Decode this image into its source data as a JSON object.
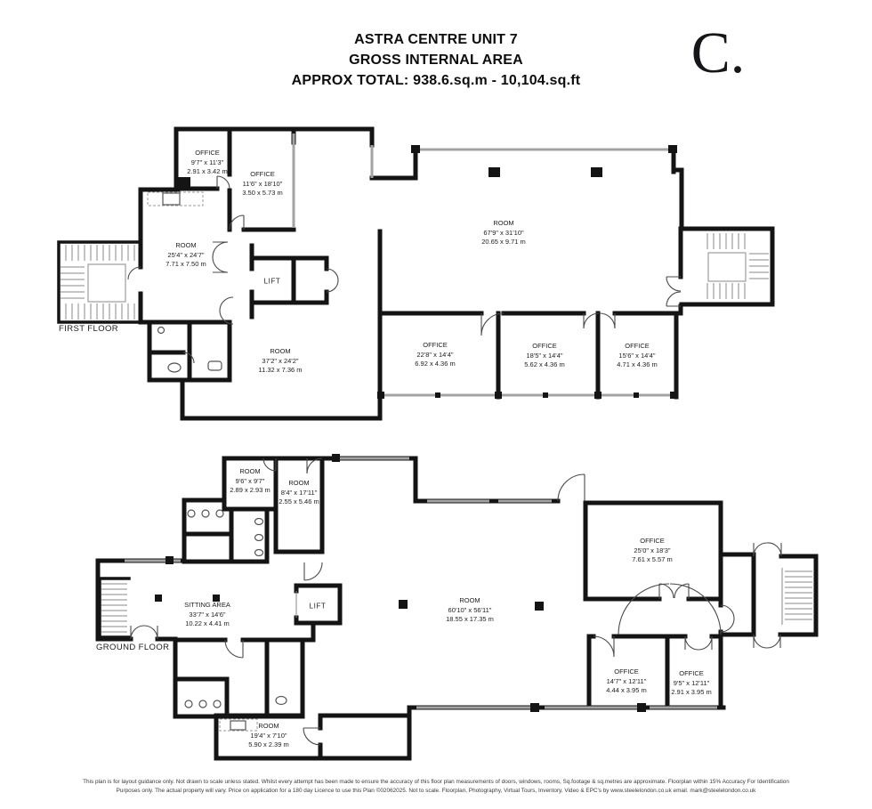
{
  "header": {
    "title_line1": "ASTRA CENTRE UNIT 7",
    "title_line2": "GROSS INTERNAL AREA",
    "title_line3": "APPROX TOTAL: 938.6.sq.m - 10,104.sq.ft",
    "logo": "C."
  },
  "first_floor": {
    "floor_label": "FIRST FLOOR",
    "lift_label": "LIFT",
    "rooms": [
      {
        "name": "OFFICE",
        "imperial": "9'7\" x 11'3\"",
        "metric": "2.91 x 3.42 m"
      },
      {
        "name": "OFFICE",
        "imperial": "11'6\" x 18'10\"",
        "metric": "3.50 x 5.73 m"
      },
      {
        "name": "ROOM",
        "imperial": "25'4\" x 24'7\"",
        "metric": "7.71 x 7.50 m"
      },
      {
        "name": "ROOM",
        "imperial": "67'9\" x 31'10\"",
        "metric": "20.65 x 9.71 m"
      },
      {
        "name": "ROOM",
        "imperial": "37'2\" x 24'2\"",
        "metric": "11.32 x 7.36 m"
      },
      {
        "name": "OFFICE",
        "imperial": "22'8\" x 14'4\"",
        "metric": "6.92 x 4.36 m"
      },
      {
        "name": "OFFICE",
        "imperial": "18'5\" x 14'4\"",
        "metric": "5.62 x 4.36 m"
      },
      {
        "name": "OFFICE",
        "imperial": "15'6\" x 14'4\"",
        "metric": "4.71 x 4.36 m"
      }
    ]
  },
  "ground_floor": {
    "floor_label": "GROUND FLOOR",
    "lift_label": "LIFT",
    "rooms": [
      {
        "name": "ROOM",
        "imperial": "9'6\" x 9'7\"",
        "metric": "2.89 x 2.93 m"
      },
      {
        "name": "ROOM",
        "imperial": "8'4\" x 17'11\"",
        "metric": "2.55 x 5.46 m"
      },
      {
        "name": "SITTING AREA",
        "imperial": "33'7\" x 14'6\"",
        "metric": "10.22 x 4.41 m"
      },
      {
        "name": "ROOM",
        "imperial": "60'10\" x 56'11\"",
        "metric": "18.55 x 17.35 m"
      },
      {
        "name": "OFFICE",
        "imperial": "25'0\" x 18'3\"",
        "metric": "7.61 x 5.57 m"
      },
      {
        "name": "OFFICE",
        "imperial": "14'7\" x 12'11\"",
        "metric": "4.44 x 3.95 m"
      },
      {
        "name": "OFFICE",
        "imperial": "9'5\" x 12'11\"",
        "metric": "2.91 x 3.95 m"
      },
      {
        "name": "ROOM",
        "imperial": "19'4\" x 7'10\"",
        "metric": "5.90 x 2.39 m"
      }
    ]
  },
  "footer": {
    "line1": "This plan is for layout guidance only. Not drawn to scale unless stated. Whilst every attempt has been made to ensure the accuracy of this floor plan measurements of doors, windows, rooms, Sq.footage & sq.metres are approximate. Floorplan within 15% Accuracy For Identification",
    "line2": "Purposes only. The actual property will vary. Price on application for a 180 day Licence to use this Plan ©02062025. Not to scale. Floorplan, Photography, Virtual Tours, Inventory, Video & EPC's by www.steelelondon.co.uk  email. mark@steelelondon.co.uk"
  },
  "colors": {
    "wall": "#141414",
    "window": "#a3a3a3",
    "text": "#1c1c1c"
  }
}
